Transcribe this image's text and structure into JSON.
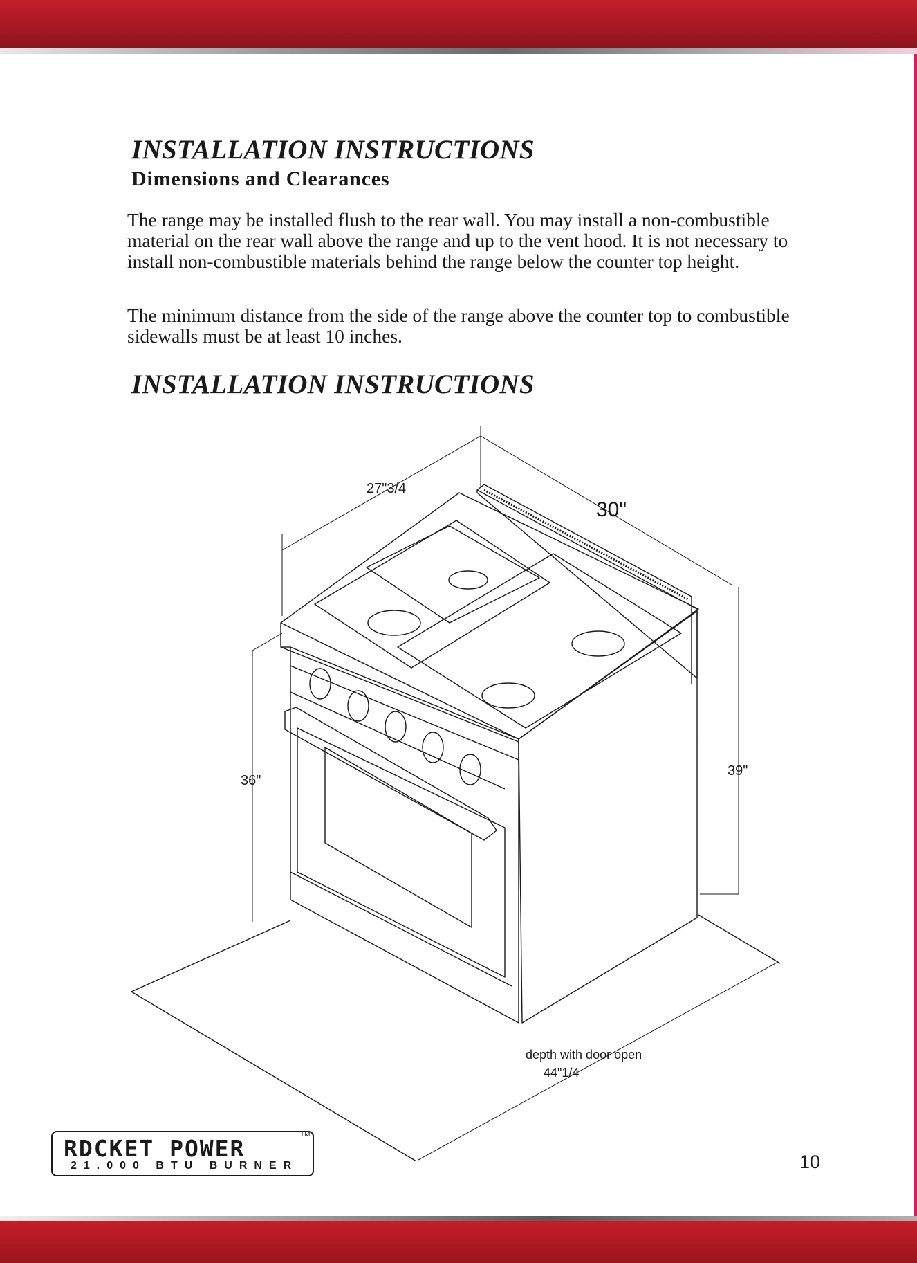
{
  "header": {
    "title": "INSTALLATION INSTRUCTIONS",
    "subtitle": "Dimensions and Clearances"
  },
  "body": {
    "paragraph_1": "The range may be installed flush to the rear wall. You may install a non-combustible material on the rear wall above the range and up to the vent hood. It is not necessary to install non-combustible materials behind the range below the counter top height.",
    "paragraph_2": "The minimum distance from the side of the range above the counter top to combustible sidewalls must be at least 10 inches.",
    "section_title_2": "INSTALLATION INSTRUCTIONS"
  },
  "diagram": {
    "dim_depth": "27\"3/4",
    "dim_width": "30\"",
    "dim_height_front": "36\"",
    "dim_height_back": "39\"",
    "dim_door_open_label": "depth  with door open",
    "dim_door_open_value": "44\"1/4"
  },
  "footer": {
    "logo_word": "RDCKET POWER",
    "logo_tm": "TM",
    "logo_subtitle": "21.000 BTU BURNER",
    "page_number": "10"
  },
  "colors": {
    "band_red": "#c41e2a",
    "ink": "#1a1a1a"
  }
}
